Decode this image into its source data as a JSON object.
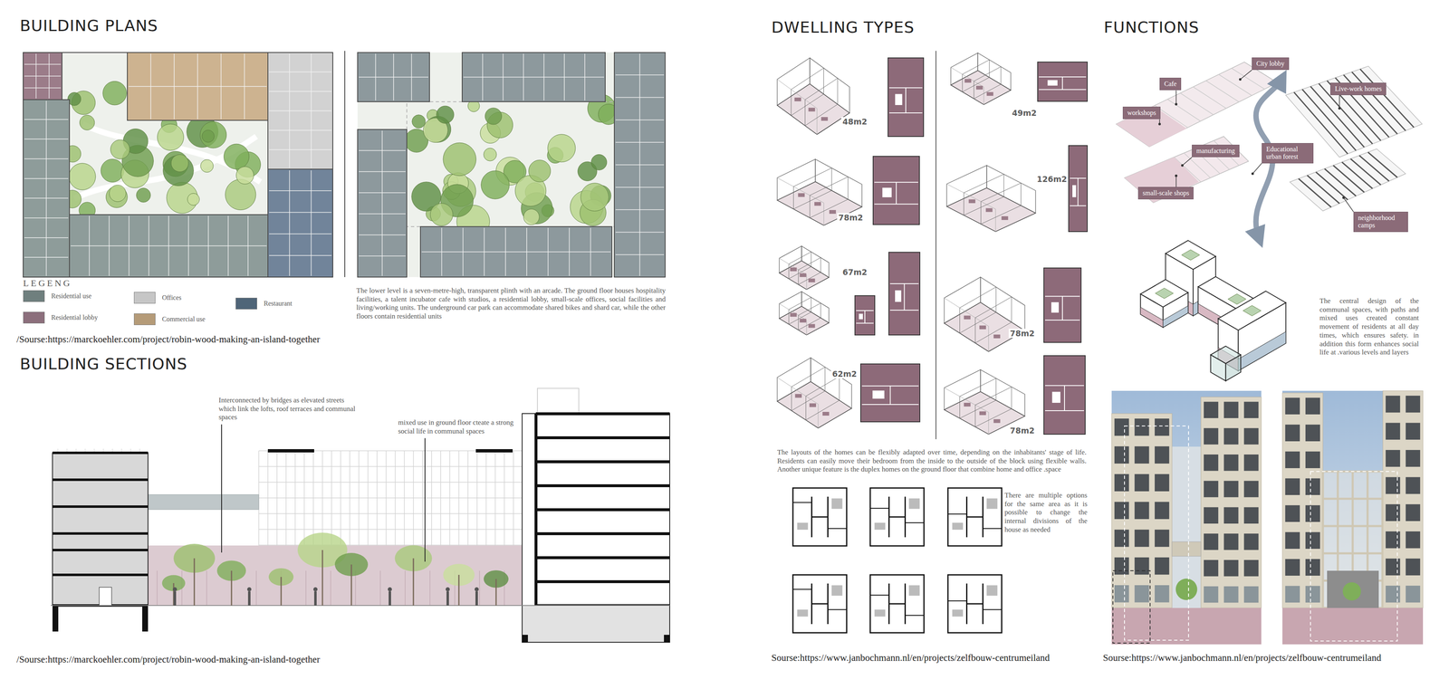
{
  "diagram": {
    "nodes": [
      {
        "text": [
          "City lobby"
        ]
      },
      {
        "text": [
          "Cafe"
        ]
      },
      {
        "text": [
          "Live-work homes"
        ]
      },
      {
        "text": [
          "workshops"
        ]
      },
      {
        "text": [
          "manufacturing"
        ]
      },
      {
        "text": [
          "Educational urban forest"
        ]
      },
      {
        "text": [
          "small-scale shops"
        ]
      },
      {
        "text": [
          "neighborhood camps"
        ]
      }
    ],
    "labels": [
      "BUILDING PLANS",
      "LEGENG",
      "The lower level is a seven-metre-high, transparent plinth with an arcade. The ground floor houses hospitality facilities, a talent incubator cafe with studios, a residential lobby, small-scale offices, social facilities and living/working units. The underground car park can accommodate shared bikes and shard car, while the other floors contain residential units",
      "/Sourse:https://marckoehler.com/project/robin-wood-making-an-island-together",
      "BUILDING SECTIONS",
      "Interconnected by bridges as elevated streets which link the lofts, roof terraces and communal spaces",
      "mixed use in ground floor cteate a strong social life in communal spaces",
      "/Sourse:https://marckoehler.com/project/robin-wood-making-an-island-together",
      "DWELLING TYPES",
      "48m2",
      "78m2",
      "67m2",
      "62m2",
      "49m2",
      "126m2",
      "78m2",
      "78m2",
      "The layouts of the homes can be flexibly adapted over time, depending on the inhabitants' stage of life. Residents can easily move their bedroom from the inside to the outside of the block using flexible walls. Another unique feature is the duplex homes on the ground floor that combine home and office .space",
      "There are multiple options for the same area as it is possible to change the internal divisions of the house as needed",
      "Sourse:https://www.janbochmann.nl/en/projects/zelfbouw-centrumeiland",
      "FUNCTIONS",
      "The central design of the communal spaces, with paths and mixed uses created constant movement of residents at all day times, which ensures safety. in addition this form enhances social life at .various levels and layers",
      "Sourse:https://www.janbochmann.nl/en/projects/zelfbouw-centrumeiland"
    ],
    "legend": [
      {
        "text": "Residential use",
        "color": "#6f7f7e"
      },
      {
        "text": "Residential lobby",
        "color": "#8c6f7c"
      },
      {
        "text": "Offices",
        "color": "#c6c6c6"
      },
      {
        "text": "Commercial use",
        "color": "#b59b78"
      },
      {
        "text": "Restaurant",
        "color": "#4f6578"
      }
    ]
  }
}
